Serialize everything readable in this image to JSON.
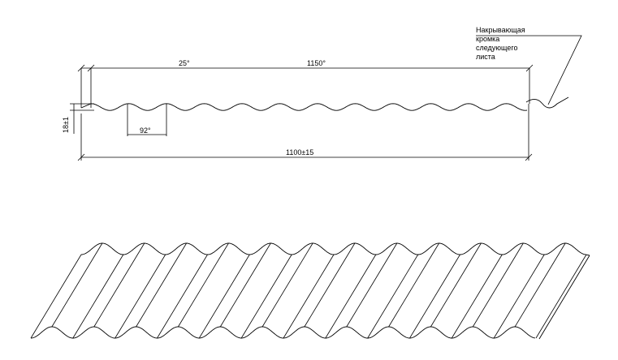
{
  "colors": {
    "line": "#000000",
    "background": "#ffffff"
  },
  "section": {
    "overlap_note": [
      "Накрывающая",
      "кромка",
      "следующего",
      "листа"
    ],
    "dims": {
      "edge_angle": "25°",
      "total_width": "1150°",
      "wave_pitch": "92°",
      "wave_height": "18±1",
      "effective_width": "1100±15"
    }
  },
  "isometric": {
    "waves": 12
  }
}
